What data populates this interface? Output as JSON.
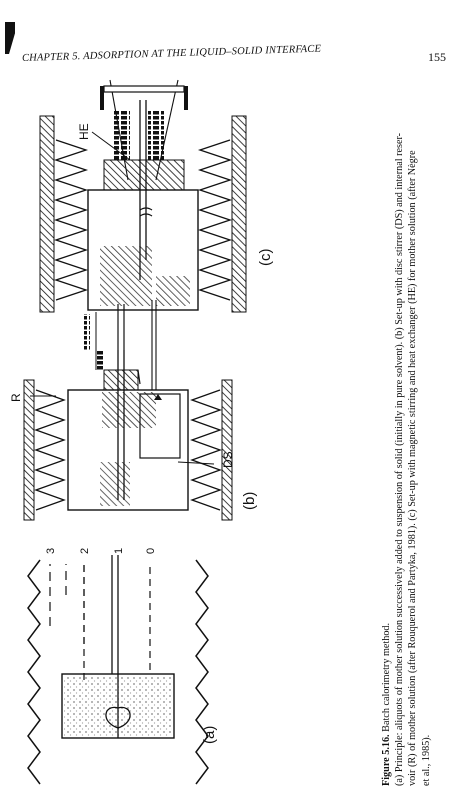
{
  "running_head": {
    "chapter_title": "CHAPTER 5. ADSORPTION AT THE LIQUID–SOLID INTERFACE",
    "page_number": "155"
  },
  "figure": {
    "panels": [
      {
        "label": "(a)",
        "levels": [
          "3",
          "2",
          "1",
          "0"
        ]
      },
      {
        "label": "(b)",
        "callouts": [
          "R",
          "DS"
        ]
      },
      {
        "label": "(c)",
        "callouts": [
          "HE"
        ]
      }
    ],
    "caption": {
      "number": "Figure 5.16.",
      "title": "Batch calorimetry method.",
      "line_a": "(a) Principle: aliquots of mother solution successively added to suspension of solid (initially in pure solvent). (b) Set-up with disc stirrer (DS) and internal reser-",
      "line_b": "voir (R) of mother solution (after Rouquerol and Partyka, 1981). (c) Set-up with magnetic stirring and heat exchanger (HE) for mother solution (after Nègre",
      "line_c": "et al., 1985)."
    }
  }
}
